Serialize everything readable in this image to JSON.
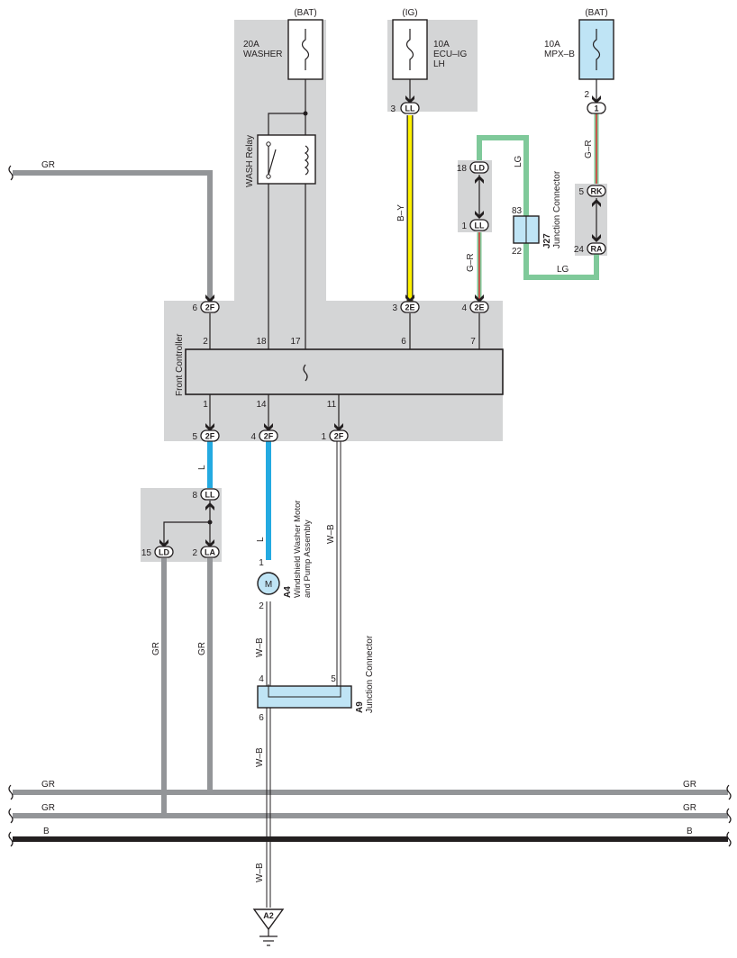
{
  "colors": {
    "gray_box": "#d4d5d6",
    "wire_gray": "#939598",
    "wire_blue": "#24aae1",
    "wire_yellow": "#fff200",
    "wire_green": "#7fc99a",
    "component_fill": "#bfe4f5",
    "wire_black": "#231f20"
  },
  "fuses": {
    "washer": {
      "source": "(BAT)",
      "rating": "20A",
      "name": "WASHER"
    },
    "ecu_ig": {
      "source": "(IG)",
      "rating": "10A",
      "name1": "ECU–IG",
      "name2": "LH"
    },
    "mpx_b": {
      "source": "(BAT)",
      "rating": "10A",
      "name": "MPX–B"
    }
  },
  "relay": {
    "name": "WASH Relay"
  },
  "front_controller": {
    "name": "Front Controller",
    "pins_top": [
      "2",
      "18",
      "17",
      "6",
      "7"
    ],
    "pins_bottom": [
      "1",
      "14",
      "11"
    ]
  },
  "connectors": {
    "ll_top": {
      "code": "LL",
      "pin": "3"
    },
    "mpx_out": {
      "code": "1",
      "pin": "2"
    },
    "ld_top": {
      "code": "LD",
      "pin": "18"
    },
    "ll_mid": {
      "code": "LL",
      "pin": "1"
    },
    "rk": {
      "code": "RK",
      "pin": "5"
    },
    "ra": {
      "code": "RA",
      "pin": "24"
    },
    "f2_6": {
      "code": "2F",
      "pin": "6"
    },
    "e2_3": {
      "code": "2E",
      "pin": "3"
    },
    "e2_4": {
      "code": "2E",
      "pin": "4"
    },
    "f2_5": {
      "code": "2F",
      "pin": "5"
    },
    "f2_4": {
      "code": "2F",
      "pin": "4"
    },
    "f2_1": {
      "code": "2F",
      "pin": "1"
    },
    "ll_low": {
      "code": "LL",
      "pin": "8"
    },
    "ld_low": {
      "code": "LD",
      "pin": "15"
    },
    "la": {
      "code": "LA",
      "pin": "2"
    },
    "ground": {
      "code": "A2"
    }
  },
  "j27": {
    "id": "J27",
    "name": "Junction Connector",
    "pin_top": "83",
    "pin_bottom": "22"
  },
  "a9": {
    "id": "A9",
    "name": "Junction Connector",
    "pin_in_left": "4",
    "pin_in_right": "5",
    "pin_out": "6"
  },
  "a4": {
    "id": "A4",
    "name1": "Windshield Washer Motor",
    "name2": "and Pump Assembly",
    "symbol": "M",
    "pin_top": "1",
    "pin_bottom": "2"
  },
  "wire_labels": {
    "gr": "GR",
    "b_y": "B–Y",
    "lg": "LG",
    "g_r": "G–R",
    "l": "L",
    "w_b": "W–B",
    "b": "B"
  }
}
